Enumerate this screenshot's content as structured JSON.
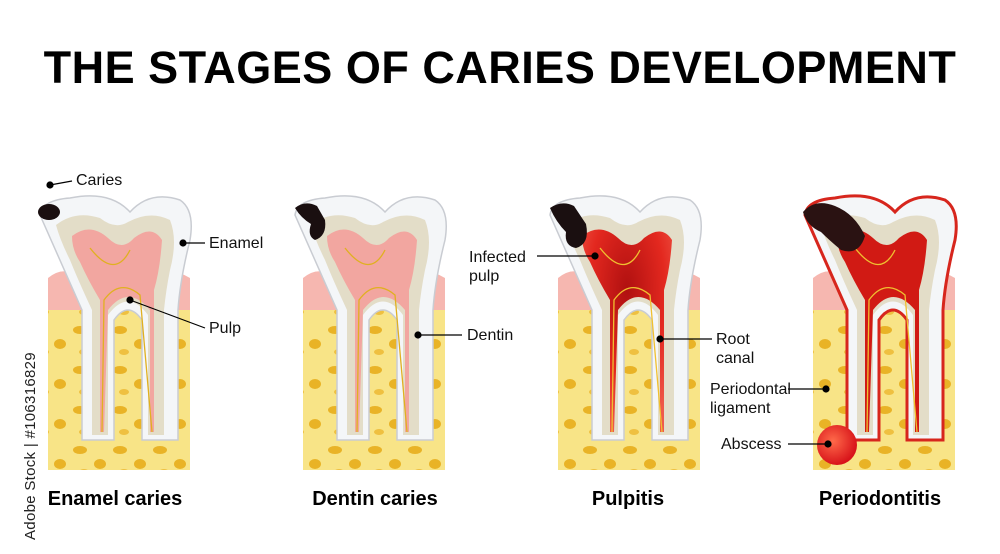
{
  "title": "THE STAGES OF CARIES DEVELOPMENT",
  "watermark": "Adobe Stock | #106316829",
  "stages": [
    {
      "label": "Enamel caries",
      "caries_level": "enamel"
    },
    {
      "label": "Dentin caries",
      "caries_level": "dentin"
    },
    {
      "label": "Pulpitis",
      "caries_level": "pulp"
    },
    {
      "label": "Periodontitis",
      "caries_level": "root"
    }
  ],
  "callouts": {
    "caries": "Caries",
    "enamel": "Enamel",
    "pulp": "Pulp",
    "dentin": "Dentin",
    "infected_pulp_line1": "Infected",
    "infected_pulp_line2": "pulp",
    "root_canal_line1": "Root",
    "root_canal_line2": "canal",
    "periodontal_line1": "Periodontal",
    "periodontal_line2": "ligament",
    "abscess": "Abscess"
  },
  "colors": {
    "enamel": "#f4f6f8",
    "dentin": "#e3ddc8",
    "pulp": "#f2a6a0",
    "infected_pulp": "#e3281f",
    "bone": "#f7df7a",
    "gum": "#f6b7b0",
    "caries": "#1a0f10"
  }
}
